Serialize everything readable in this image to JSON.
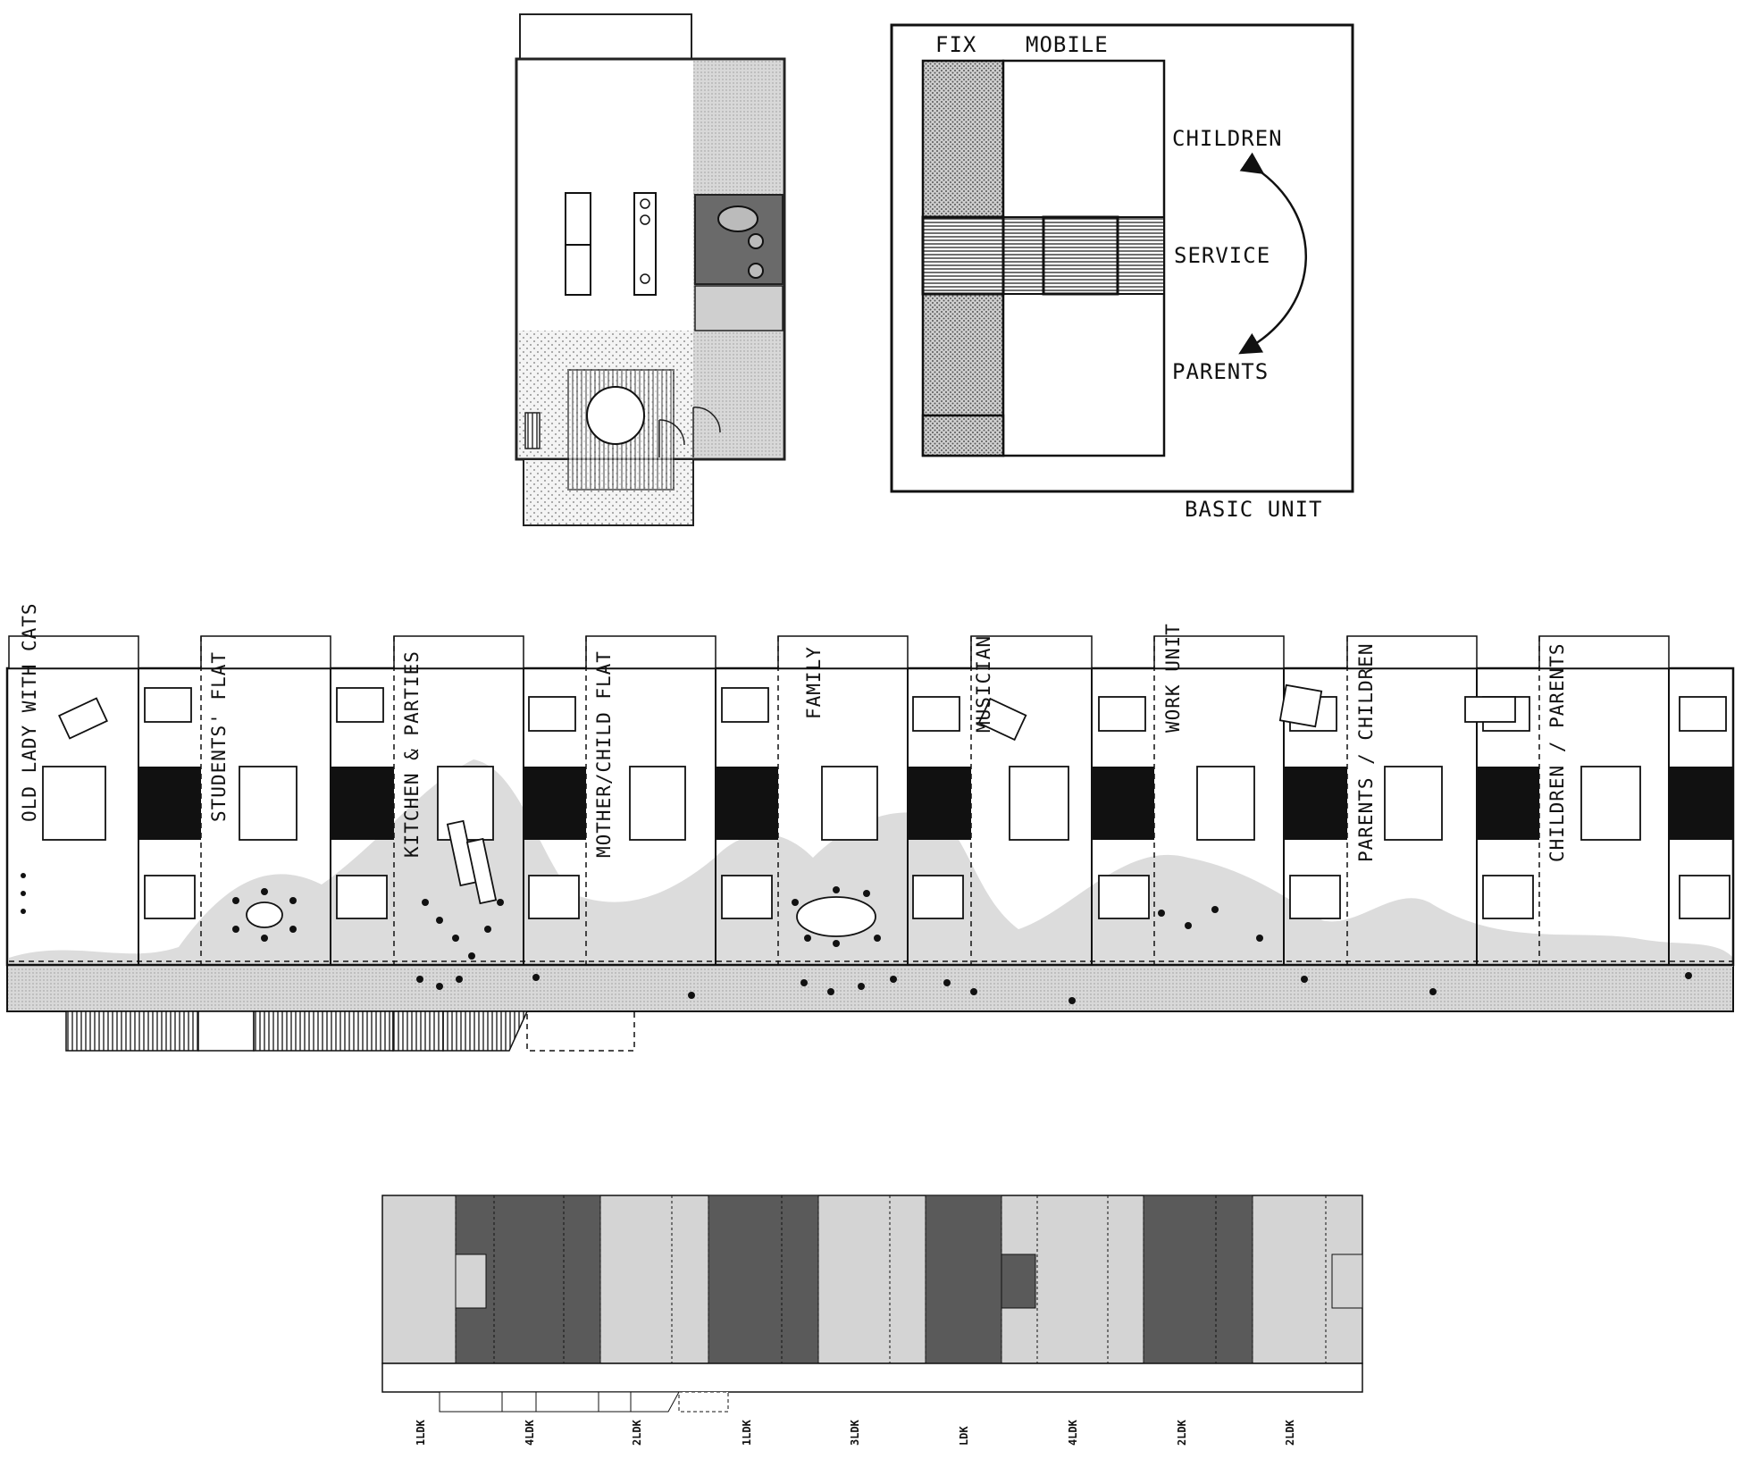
{
  "basic_unit": {
    "fix_label": "FIX",
    "mobile_label": "MOBILE",
    "children_label": "CHILDREN",
    "service_label": "SERVICE",
    "parents_label": "PARENTS",
    "caption": "BASIC UNIT"
  },
  "row_units": [
    "OLD LADY WITH CATS",
    "STUDENTS' FLAT",
    "KITCHEN & PARTIES",
    "MOTHER/CHILD FLAT",
    "FAMILY",
    "MUSICIAN",
    "WORK UNIT",
    "PARENTS / CHILDREN",
    "CHILDREN / PARENTS"
  ],
  "unit_types": [
    "1LDK",
    "4LDK",
    "2LDK",
    "1LDK",
    "3LDK",
    "LDK",
    "4LDK",
    "2LDK",
    "2LDK"
  ],
  "colors": {
    "ink": "#111111",
    "light_fill": "#d4d4d4",
    "dark_fill": "#5a5a5a",
    "dot_fill": "#c8c8c8",
    "hatch": "#333333"
  }
}
